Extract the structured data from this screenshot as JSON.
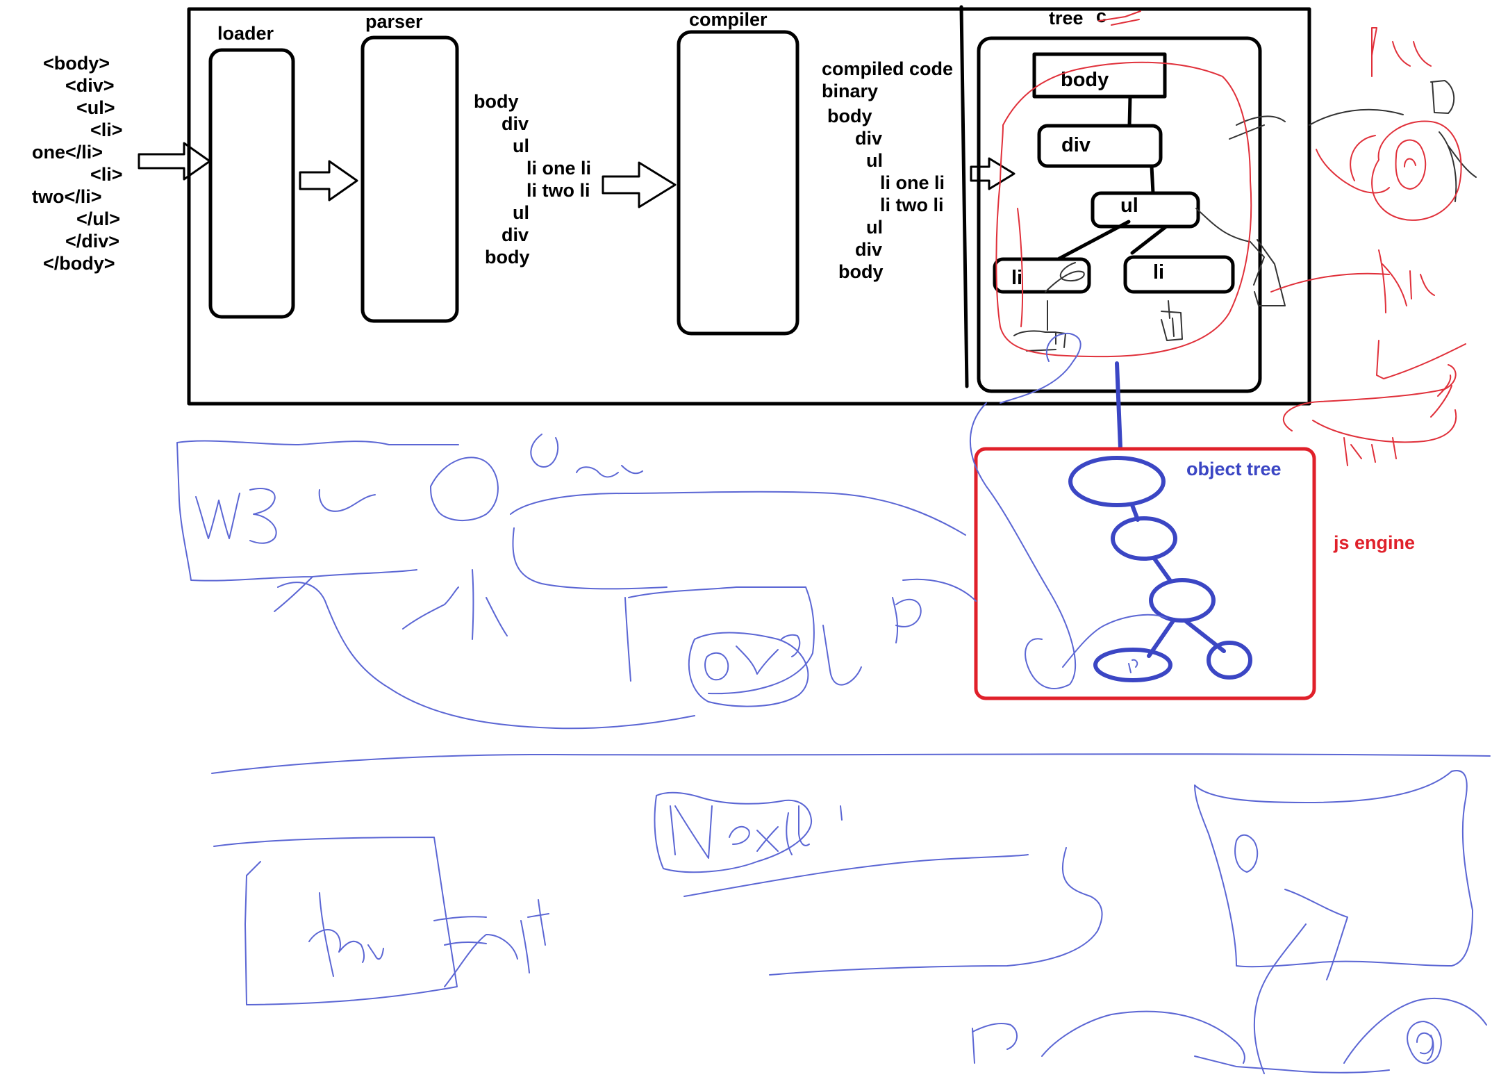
{
  "html_source_lines": [
    "<body>",
    "<div>",
    "<ul>",
    "<li>",
    "one</li>",
    "<li>",
    "two</li>",
    "</ul>",
    "</div>",
    "</body>"
  ],
  "stages": {
    "loader": "loader",
    "parser": "parser",
    "compiler": "compiler",
    "tree": "tree",
    "tree_suffix": "c"
  },
  "parser_output_lines": [
    "body",
    "div",
    "ul",
    "li one li",
    "li two li",
    "ul",
    "div",
    "body"
  ],
  "compiled_output_lines": [
    "compiled code",
    "binary",
    "body",
    "div",
    "ul",
    "li one li",
    "li two li",
    "ul",
    "div",
    "body"
  ],
  "tree_nodes": {
    "body": "body",
    "div": "div",
    "ul": "ul",
    "li_left": "li",
    "li_right": "li"
  },
  "object_tree_label": "object tree",
  "js_engine_label": "js engine",
  "colors": {
    "ink": "#000000",
    "blue_ink": "#3b46c4",
    "blue_sketch": "#5b66d4",
    "red_ink": "#e0202a"
  }
}
